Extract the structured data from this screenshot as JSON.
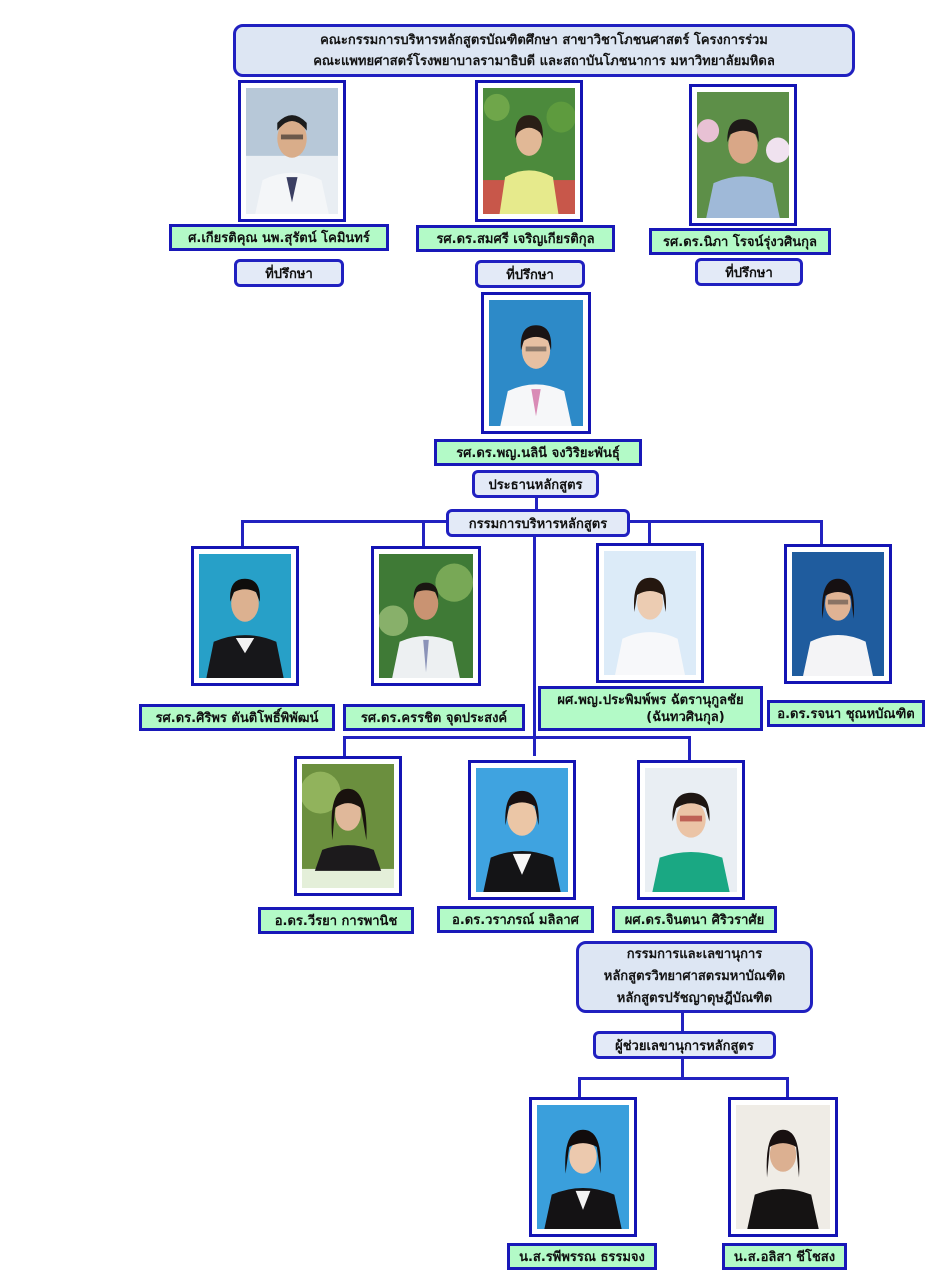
{
  "header": {
    "line1": "คณะกรรมการบริหารหลักสูตรบัณฑิตศึกษา สาขาวิชาโภชนศาสตร์ โครงการร่วม",
    "line2": "คณะแพทยศาสตร์โรงพยาบาลรามาธิบดี และสถาบันโภชนาการ มหาวิทยาลัยมหิดล"
  },
  "advisors": [
    {
      "name": "ศ.เกียรติคุณ นพ.สุรัตน์ โคมินทร์",
      "role": "ที่ปรึกษา"
    },
    {
      "name": "รศ.ดร.สมศรี เจริญเกียรติกุล",
      "role": "ที่ปรึกษา"
    },
    {
      "name": "รศ.ดร.นิภา โรจน์รุ่งวศินกุล",
      "role": "ที่ปรึกษา"
    }
  ],
  "chair": {
    "name": "รศ.ดร.พญ.นลินี จงวิริยะพันธุ์",
    "role": "ประธานหลักสูตร"
  },
  "committee_label": "กรรมการบริหารหลักสูตร",
  "committee_row1": [
    {
      "name": "รศ.ดร.ศิริพร ตันติโพธิ์พิพัฒน์"
    },
    {
      "name": "รศ.ดร.ครรชิต จุดประสงค์"
    },
    {
      "name_line1": "ผศ.พญ.ประพิมพ์พร ฉัตรานุกูลชัย",
      "name_line2": "(ฉันทวศินกุล)"
    },
    {
      "name": "อ.ดร.รจนา ชุณหบัณฑิต"
    }
  ],
  "committee_row2": [
    {
      "name": "อ.ดร.วีรยา การพานิช"
    },
    {
      "name": "อ.ดร.วราภรณ์ มลิลาศ"
    },
    {
      "name": "ผศ.ดร.จินตนา ศิริวราศัย"
    }
  ],
  "secretary": {
    "line1": "กรรมการและเลขานุการ",
    "line2": "หลักสูตรวิทยาศาสตรมหาบัณฑิต",
    "line3": "หลักสูตรปรัชญาดุษฎีบัณฑิต"
  },
  "assistant_label": "ผู้ช่วยเลขานุการหลักสูตร",
  "assistants": [
    {
      "name": "น.ส.รพีพรรณ ธรรมจง"
    },
    {
      "name": "น.ส.อลิสา ชีโชสง"
    }
  ],
  "colors": {
    "border": "#1818b8",
    "name_bg": "#b3fac7",
    "title_bg": "#dde6f3"
  }
}
